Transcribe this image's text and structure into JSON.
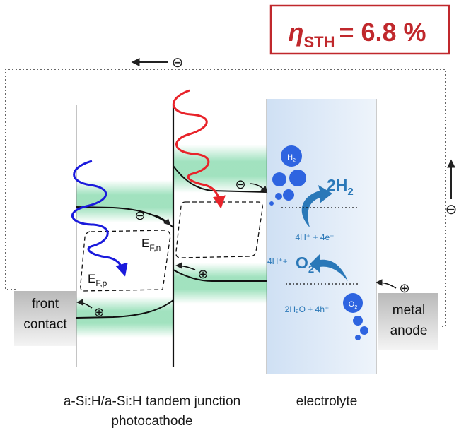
{
  "efficiency": {
    "symbol": "η",
    "subscript": "STH",
    "value": "= 6.8 %"
  },
  "circuit": {
    "electron": "⊖",
    "hole": "⊕"
  },
  "labels": {
    "front_contact_1": "front",
    "front_contact_2": "contact",
    "metal_anode_1": "metal",
    "metal_anode_2": "anode",
    "efn_main": "E",
    "efn_sub": "F,n",
    "efp_main": "E",
    "efp_sub": "F,p"
  },
  "reactions": {
    "h2_product": "2H",
    "h2_product_sub": "2",
    "h2_bubble_main": "H",
    "h2_bubble_sub": "2",
    "h2_reactants": "4H⁺ + 4e⁻",
    "o2_prefix": "4H⁺+",
    "o2_product": "O",
    "o2_product_sub": "2",
    "o2_bubble_main": "O",
    "o2_bubble_sub": "2",
    "o2_reactants": "2H₂O + 4h⁺"
  },
  "captions": {
    "device_line1": "a-Si:H/a-Si:H tandem junction",
    "device_line2": "photocathode",
    "electrolyte": "electrolyte"
  },
  "colors": {
    "accent_red": "#c0282c",
    "photon_blue": "#1a1adc",
    "photon_red": "#e8232a",
    "band_green": "#2fbf71",
    "electrolyte_blue": "#dbe8f7",
    "reaction_blue": "#2a78b8",
    "bubble_blue": "#2e64e0"
  }
}
